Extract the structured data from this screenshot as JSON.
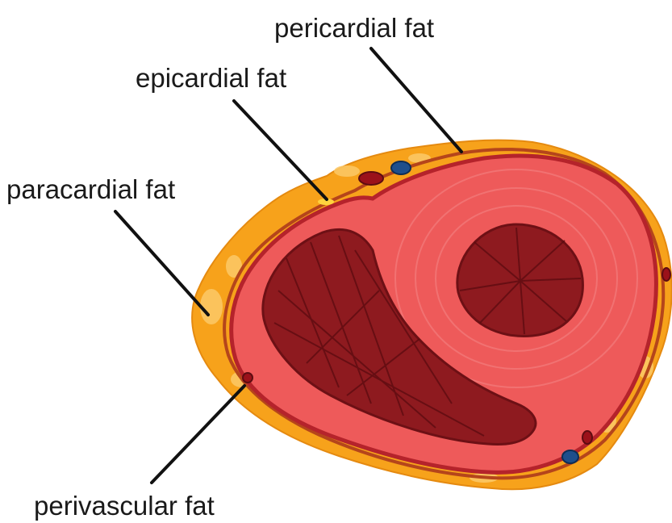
{
  "labels": {
    "pericardial": "pericardial fat",
    "epicardial": "epicardial fat",
    "paracardial": "paracardial fat",
    "perivascular": "perivascular fat"
  },
  "colors": {
    "fat_outer": "#f7a21b",
    "fat_light": "#fcc968",
    "pericardium_line": "#b5451b",
    "myocardium": "#ee5a5a",
    "myocardium_edge": "#b5232b",
    "cavity": "#8e1a1f",
    "cavity_dark": "#6d1015",
    "vessel_red": "#9b111a",
    "vessel_blue": "#1f4f8c",
    "epicardial_fat": "#ffd23f"
  }
}
